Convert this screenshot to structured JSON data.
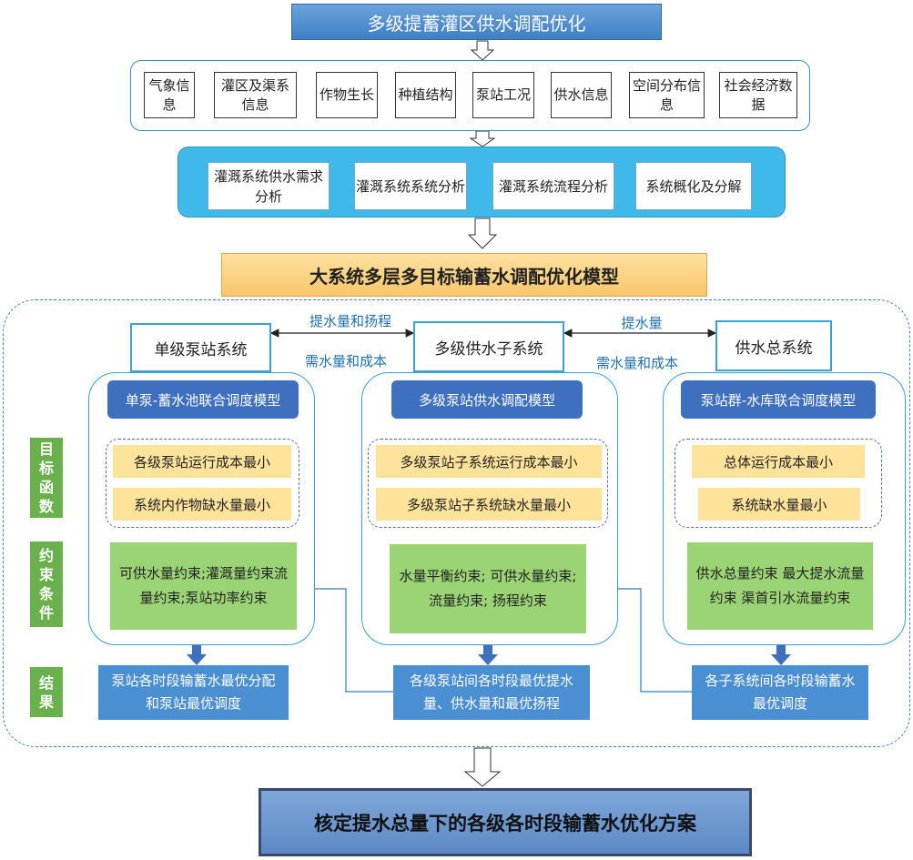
{
  "title": "多级提蓄灌区供水调配优化",
  "info_items": [
    "气象信息",
    "灌区及渠系信息",
    "作物生长",
    "种植结构",
    "泵站工况",
    "供水信息",
    "空间分布信息",
    "社会经济数据"
  ],
  "analysis_items": [
    "灌溉系统供水需求分析",
    "灌溉系统系统分析",
    "灌溉系统流程分析",
    "系统概化及分解"
  ],
  "model_title": "大系统多层多目标输蓄水调配优化模型",
  "systems": {
    "left": "单级泵站系统",
    "middle": "多级供水子系统",
    "right": "供水总系统"
  },
  "links": {
    "lm_top": "提水量和扬程",
    "lm_bottom": "需水量和成本",
    "mr_top": "提水量",
    "mr_bottom": "需水量和成本"
  },
  "side_labels": {
    "objective": "目标函数",
    "constraint": "约束条件",
    "result": "结果"
  },
  "models": [
    {
      "header": "单泵-蓄水池联合调度模型",
      "objectives": [
        "各级泵站运行成本最小",
        "系统内作物缺水量最小"
      ],
      "constraints": "可供水量约束;灌溉量约束流量约束;泵站功率约束",
      "result": "泵站各时段输蓄水最优分配和泵站最优调度"
    },
    {
      "header": "多级泵站供水调配模型",
      "objectives": [
        "多级泵站子系统运行成本最小",
        "多级泵站子系统缺水量最小"
      ],
      "constraints": "水量平衡约束; 可供水量约束; 流量约束; 扬程约束",
      "result": "各级泵站间各时段最优提水量、供水量和最优扬程"
    },
    {
      "header": "泵站群-水库联合调度模型",
      "objectives": [
        "总体运行成本最小",
        "系统缺水量最小"
      ],
      "constraints": "供水总量约束 最大提水流量约束 渠首引水流量约束",
      "result": "各子系统间各时段输蓄水最优调度"
    }
  ],
  "final": "核定提水总量下的各级各时段输蓄水优化方案"
}
